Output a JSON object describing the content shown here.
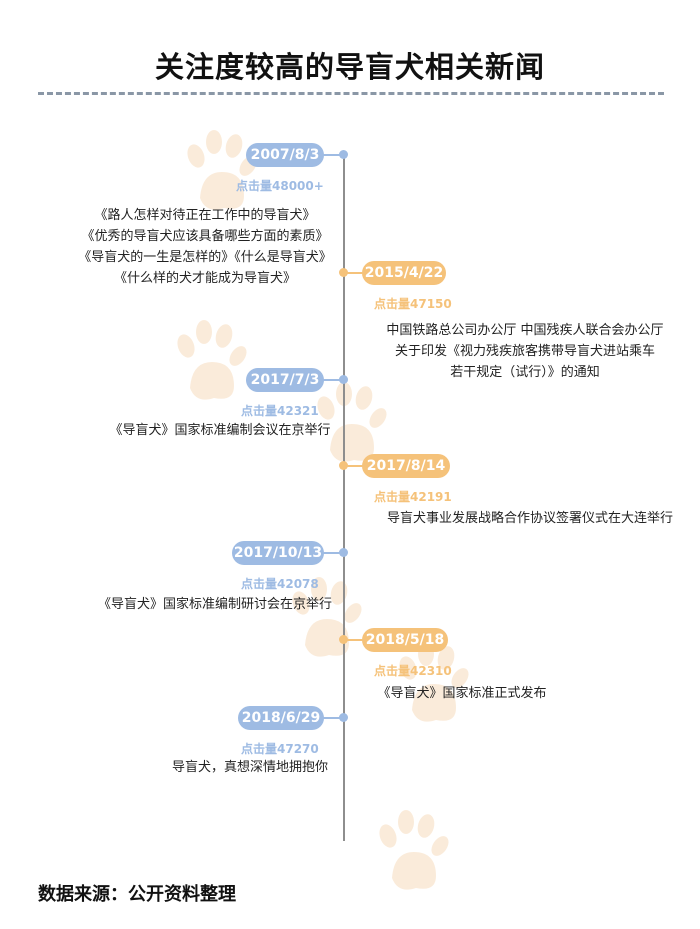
{
  "title": "关注度较高的导盲犬相关新闻",
  "source": "数据来源：公开资料整理",
  "colors": {
    "blue": "#9ebbe3",
    "orange": "#f5c27a",
    "axis": "#8e8e8e",
    "paw": "#f7dcbd"
  },
  "events": [
    {
      "date": "2007/8/3",
      "clicks": "点击量48000+",
      "lines": [
        "《路人怎样对待正在工作中的导盲犬》",
        "《优秀的导盲犬应该具备哪些方面的素质》",
        "《导盲犬的一生是怎样的》《什么是导盲犬》",
        "《什么样的犬才能成为导盲犬》"
      ]
    },
    {
      "date": "2015/4/22",
      "clicks": "点击量47150",
      "lines": [
        "中国铁路总公司办公厅    中国残疾人联合会办公厅",
        "关于印发《视力残疾旅客携带导盲犬进站乘车",
        "若干规定（试行）》的通知"
      ]
    },
    {
      "date": "2017/7/3",
      "clicks": "点击量42321",
      "lines": [
        "《导盲犬》国家标准编制会议在京举行"
      ]
    },
    {
      "date": "2017/8/14",
      "clicks": "点击量42191",
      "lines": [
        "导盲犬事业发展战略合作协议签署仪式在大连举行"
      ]
    },
    {
      "date": "2017/10/13",
      "clicks": "点击量42078",
      "lines": [
        "《导盲犬》国家标准编制研讨会在京举行"
      ]
    },
    {
      "date": "2018/5/18",
      "clicks": "点击量42310",
      "lines": [
        "《导盲犬》国家标准正式发布"
      ]
    },
    {
      "date": "2018/6/29",
      "clicks": "点击量47270",
      "lines": [
        "导盲犬，真想深情地拥抱你"
      ]
    }
  ]
}
